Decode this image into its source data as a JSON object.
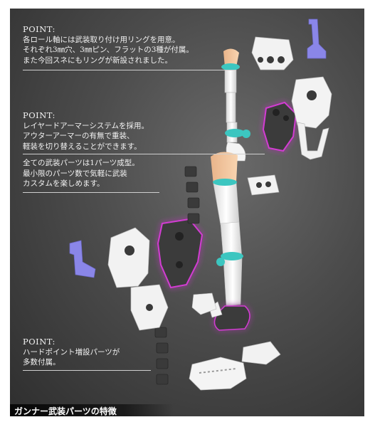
{
  "callouts": [
    {
      "point": "POINT:",
      "lines": [
        "各ロール軸には武装取り付け用リングを用意。",
        "それぞれ3㎜穴、3㎜ピン、フラットの3種が付属。",
        "また今回スネにもリングが新設されました。"
      ]
    },
    {
      "point": "POINT:",
      "lines": [
        "レイヤードアーマーシステムを採用。",
        "アウターアーマーの有無で重装、",
        "軽装を切り替えることができます。"
      ]
    },
    {
      "point": "",
      "lines": [
        "全ての武装パーツは1パーツ成型。",
        "最小限のパーツ数で気軽に武装",
        "カスタムを楽しめます。"
      ]
    },
    {
      "point": "POINT:",
      "lines": [
        "ハードポイント増設パーツが",
        "多数付属。"
      ]
    }
  ],
  "caption": "ガンナー武装パーツの特徴",
  "colors": {
    "background": "#4a4a4a",
    "text": "#f2f2f2",
    "ring_cyan": "#3cc6c0",
    "clip_purple": "#8a86e8",
    "armor_white": "#f0f0f0",
    "armor_dark": "#3a3a3a",
    "highlight_magenta": "#d23cd2",
    "skin": "#f5c9a0"
  }
}
